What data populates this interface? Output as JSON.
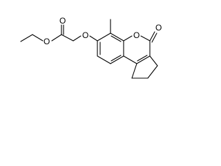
{
  "structure": {
    "atom_labels": {
      "ester_carbonyl_o": "O",
      "ester_o": "O",
      "ether_o": "O",
      "ring_o": "O",
      "lactone_carbonyl_o": "O"
    },
    "colors": {
      "bond": "#000000",
      "label": "#000000",
      "background": "#ffffff"
    }
  }
}
